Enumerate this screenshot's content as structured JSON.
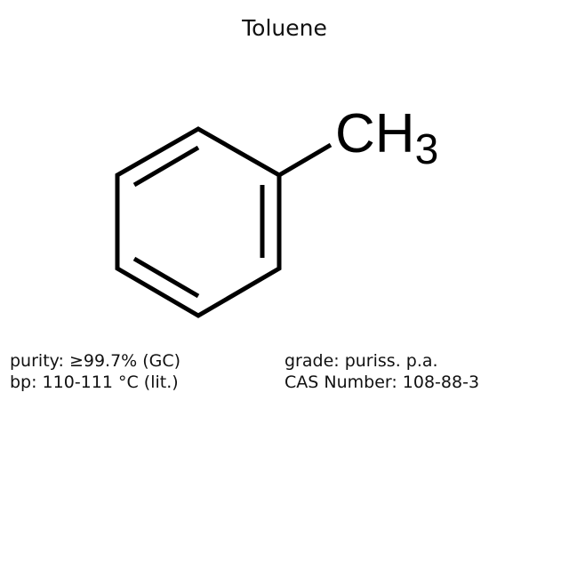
{
  "title": "Toluene",
  "structure": {
    "name": "toluene-skeletal-formula",
    "substituent": {
      "main": "CH",
      "subscript": "3"
    },
    "stroke_color": "#000000"
  },
  "properties": {
    "left": [
      {
        "label": "purity",
        "text": "purity: ≥99.7% (GC)"
      },
      {
        "label": "bp",
        "text": "bp: 110-111 °C (lit.)"
      }
    ],
    "right": [
      {
        "label": "grade",
        "text": "grade: puriss. p.a."
      },
      {
        "label": "cas",
        "text": "CAS Number: 108-88-3"
      }
    ]
  }
}
